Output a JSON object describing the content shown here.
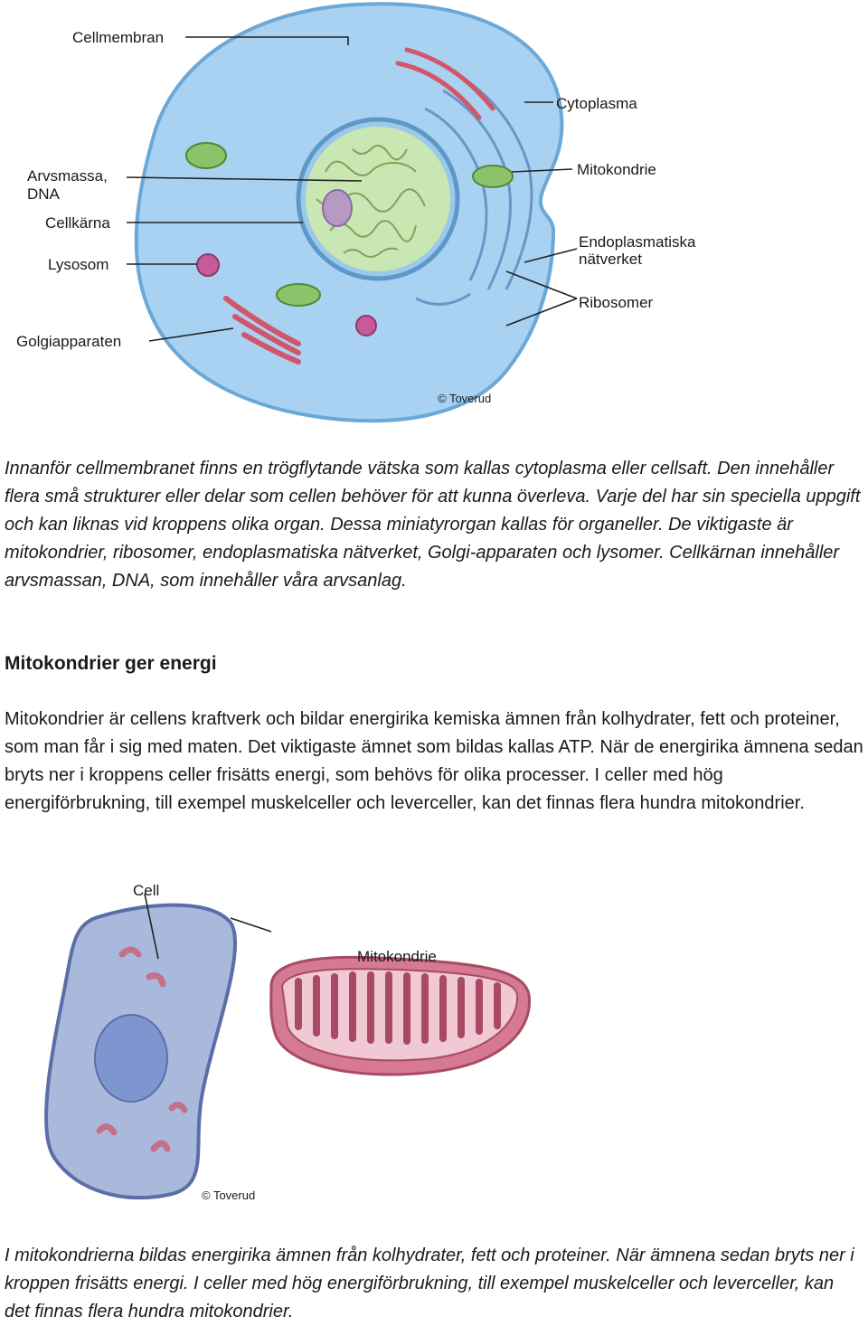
{
  "figure1": {
    "labels": {
      "cellmembran": "Cellmembran",
      "cytoplasma": "Cytoplasma",
      "mitokondrie": "Mitokondrie",
      "arvsmassa_line1": "Arvsmassa,",
      "arvsmassa_line2": "DNA",
      "cellkarna": "Cellkärna",
      "lysosom": "Lysosom",
      "endoplasmatiska_line1": "Endoplasmatiska",
      "endoplasmatiska_line2": "nätverket",
      "ribosomer": "Ribosomer",
      "golgiapparaten": "Golgiapparaten"
    },
    "copyright": "© Toverud"
  },
  "intro": "Innanför cellmembranet finns en trögflytande vätska som kallas cytoplasma eller cellsaft. Den innehåller flera små strukturer eller delar som cellen behöver för att kunna överleva. Varje del har sin speciella uppgift och kan liknas vid kroppens olika organ. Dessa miniatyrorgan kallas för organeller. De viktigaste är mitokondrier, ribosomer, endoplasmatiska nätverket, Golgi-apparaten och lysomer. Cellkärnan innehåller arvsmassan, DNA, som innehåller våra arvsanlag.",
  "heading": "Mitokondrier ger energi",
  "body": "Mitokondrier är cellens kraftverk och bildar energirika kemiska ämnen från kolhydrater, fett och proteiner, som man får i sig med maten. Det viktigaste ämnet som bildas kallas ATP. När de energirika ämnena sedan bryts ner i kroppens celler frisätts energi, som behövs för olika processer. I celler med hög energiförbrukning, till exempel muskelceller och leverceller, kan det finnas flera hundra mitokondrier.",
  "figure2": {
    "labels": {
      "cell": "Cell",
      "mitokondrie": "Mitokondrie"
    },
    "copyright": "© Toverud"
  },
  "caption": "I mitokondrierna bildas energirika ämnen från kolhydrater, fett och proteiner. När ämnena sedan bryts ner i kroppen frisätts energi. I celler med hög energiförbrukning, till exempel muskelceller och leverceller, kan det finnas flera hundra mitokondrier."
}
